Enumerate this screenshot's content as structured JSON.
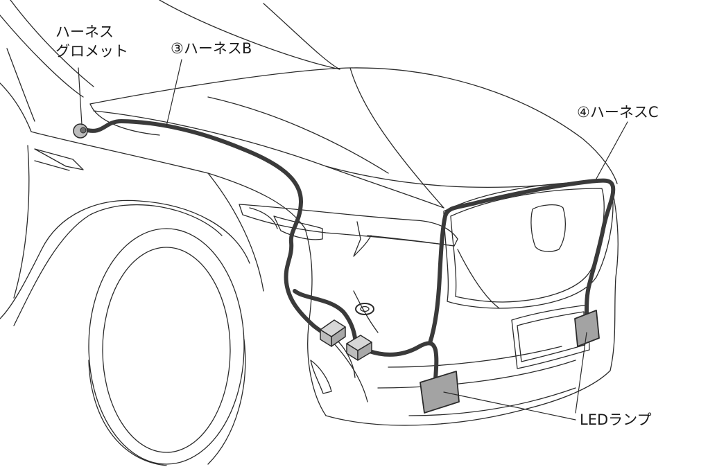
{
  "labels": {
    "grommet_line1": "ハーネス",
    "grommet_line2": "グロメット",
    "harness_b": "③ハーネスB",
    "harness_c": "④ハーネスC",
    "led_lamp": "LEDランプ"
  },
  "colors": {
    "line": "#2b2b2b",
    "harness": "#3a3a3a",
    "connector": "#bdbdbd",
    "lamp": "#a3a3a3"
  }
}
